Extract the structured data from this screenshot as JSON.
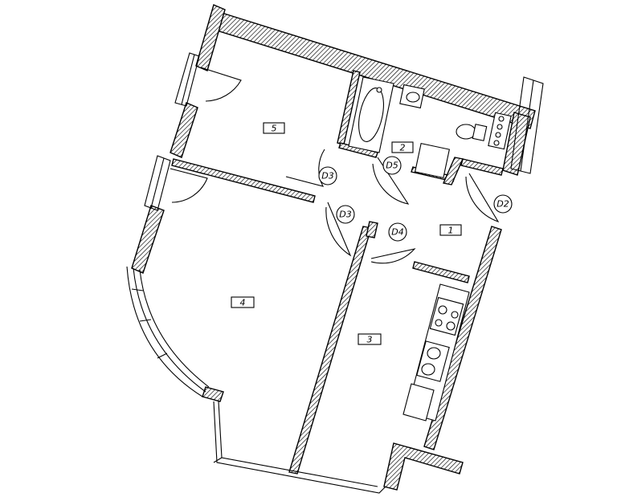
{
  "rooms": [
    {
      "id": "1",
      "label": "1"
    },
    {
      "id": "2",
      "label": "2"
    },
    {
      "id": "3",
      "label": "3"
    },
    {
      "id": "4",
      "label": "4"
    },
    {
      "id": "5",
      "label": "5"
    }
  ],
  "doors": [
    {
      "id": "d3a",
      "label": "D3"
    },
    {
      "id": "d5",
      "label": "D5"
    },
    {
      "id": "d2",
      "label": "D2"
    },
    {
      "id": "d3b",
      "label": "D3"
    },
    {
      "id": "d4",
      "label": "D4"
    }
  ]
}
